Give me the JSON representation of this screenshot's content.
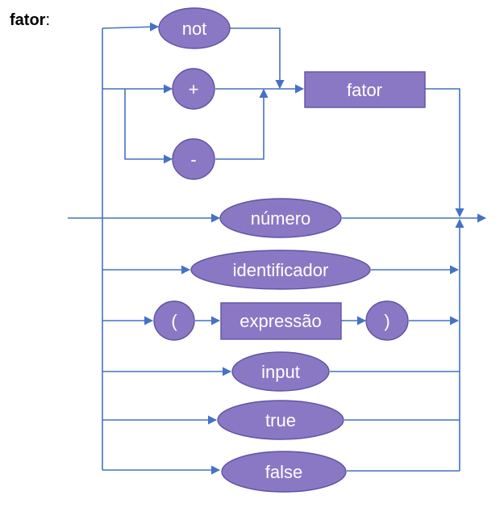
{
  "title": {
    "name": "fator",
    "colon": ":"
  },
  "colors": {
    "node_fill": "#8b78c4",
    "node_stroke": "#5f52a4",
    "line": "#4472c4",
    "title_text": "#000000",
    "node_text": "#ffffff"
  },
  "nodes": {
    "not": "not",
    "plus": "+",
    "minus": "-",
    "fator_box": "fator",
    "numero": "número",
    "identificador": "identificador",
    "lparen": "(",
    "expressao_box": "expressão",
    "rparen": ")",
    "input": "input",
    "true": "true",
    "false": "false"
  }
}
